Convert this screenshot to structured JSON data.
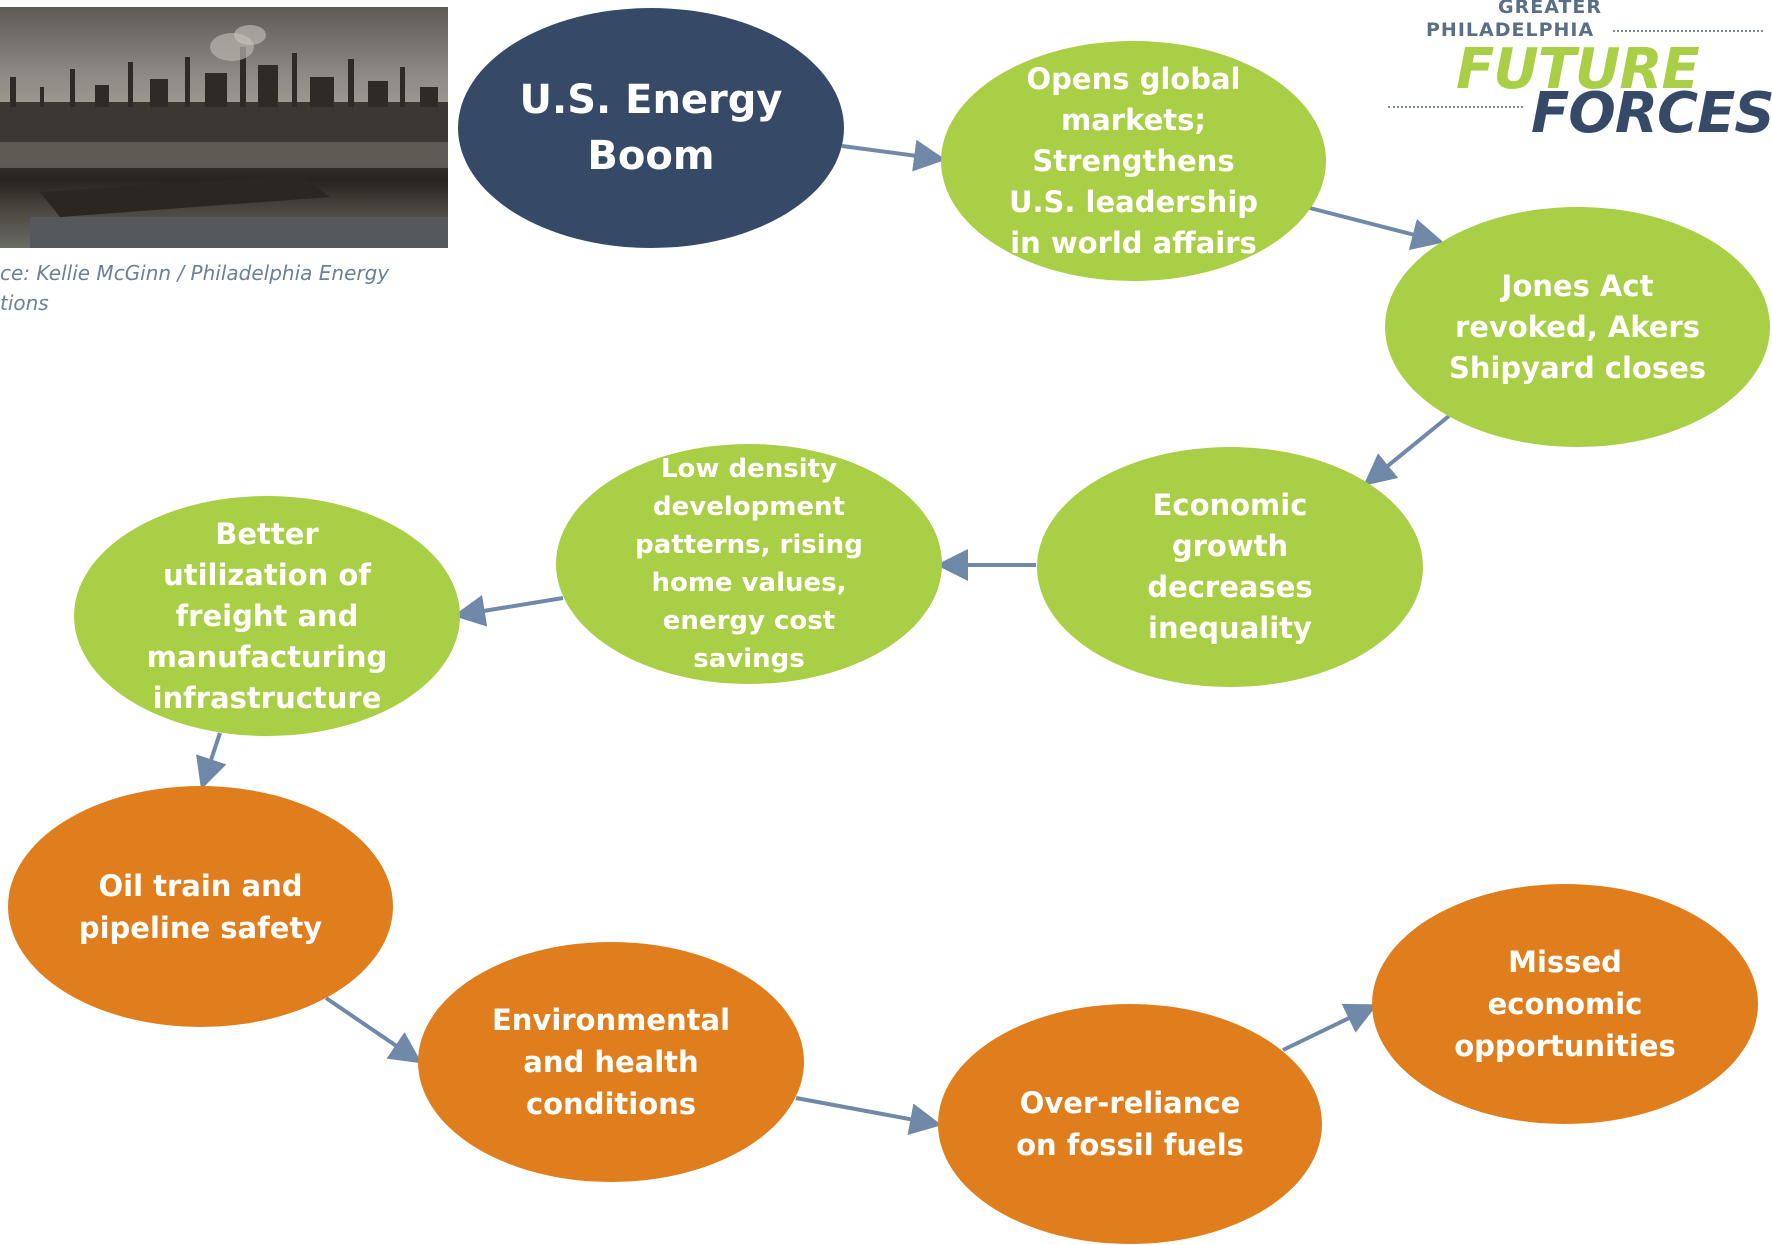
{
  "photo": {
    "caption_lines": [
      "ce: Kellie McGinn / Philadelphia Energy",
      "tions"
    ]
  },
  "logo": {
    "line1": "GREATER",
    "line2": "PHILADELPHIA",
    "line3": "FUTURE",
    "line4": "FORCES"
  },
  "nodes": {
    "energy_boom": [
      "U.S. Energy",
      "Boom"
    ],
    "global_markets": [
      "Opens global",
      "markets;",
      "Strengthens",
      "U.S. leadership",
      "in world affairs"
    ],
    "jones_act": [
      "Jones Act",
      "revoked, Akers",
      "Shipyard closes"
    ],
    "economic_growth": [
      "Economic",
      "growth",
      "decreases",
      "inequality"
    ],
    "low_density": [
      "Low density",
      "development",
      "patterns, rising",
      "home values,",
      "energy cost",
      "savings"
    ],
    "freight": [
      "Better",
      "utilization of",
      "freight and",
      "manufacturing",
      "infrastructure"
    ],
    "oil_train": [
      "Oil train and",
      "pipeline safety"
    ],
    "environmental": [
      "Environmental",
      "and health",
      "conditions"
    ],
    "fossil_fuels": [
      "Over-reliance",
      "on fossil fuels"
    ],
    "missed": [
      "Missed",
      "economic",
      "opportunities"
    ]
  },
  "colors": {
    "start": "#364a68",
    "positive": "#a8cf45",
    "negative": "#e07e1d",
    "arrow": "#7189a8"
  }
}
